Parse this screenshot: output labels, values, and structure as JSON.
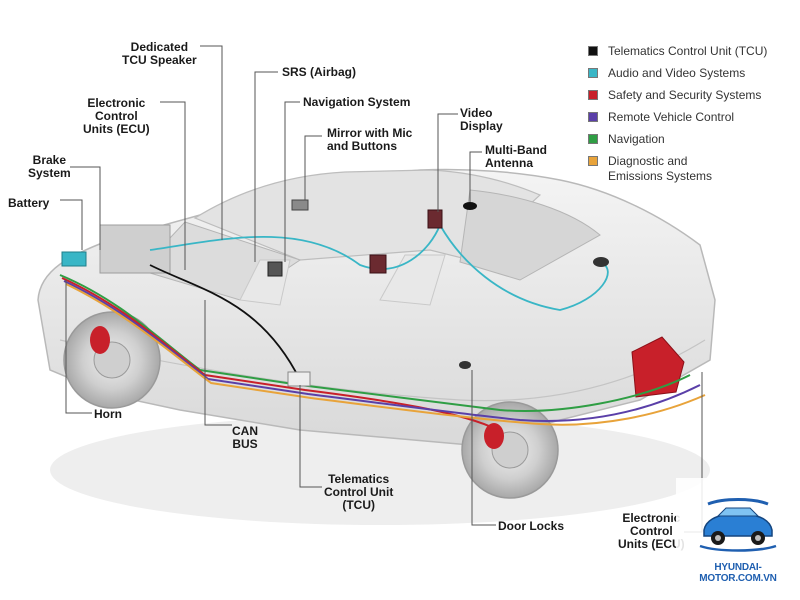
{
  "labels": {
    "dedicated_tcu_speaker": "Dedicated\nTCU Speaker",
    "srs_airbag": "SRS (Airbag)",
    "electronic_control_units_front": "Electronic\nControl\nUnits (ECU)",
    "navigation_system": "Navigation System",
    "mirror_with_mic": "Mirror with Mic\nand Buttons",
    "video_display": "Video\nDisplay",
    "multi_band_antenna": "Multi-Band\nAntenna",
    "brake_system": "Brake\nSystem",
    "battery": "Battery",
    "horn": "Horn",
    "can_bus": "CAN\nBUS",
    "telematics_control_unit": "Telematics\nControl Unit\n(TCU)",
    "door_locks": "Door Locks",
    "electronic_control_units_rear": "Electronic\nControl\nUnits (ECU)"
  },
  "legend": {
    "items": [
      {
        "label": "Telematics Control Unit (TCU)",
        "color": "#111111"
      },
      {
        "label": "Audio and Video Systems",
        "color": "#39b6c6"
      },
      {
        "label": "Safety and Security Systems",
        "color": "#c8202a"
      },
      {
        "label": "Remote Vehicle Control",
        "color": "#5a3fa8"
      },
      {
        "label": "Navigation",
        "color": "#2f9e44"
      },
      {
        "label": "Diagnostic and\nEmissions Systems",
        "color": "#e8a33a"
      }
    ]
  },
  "watermark": {
    "text": "HYUNDAI-MOTOR.COM.VN",
    "color": "#1f5fb0"
  }
}
